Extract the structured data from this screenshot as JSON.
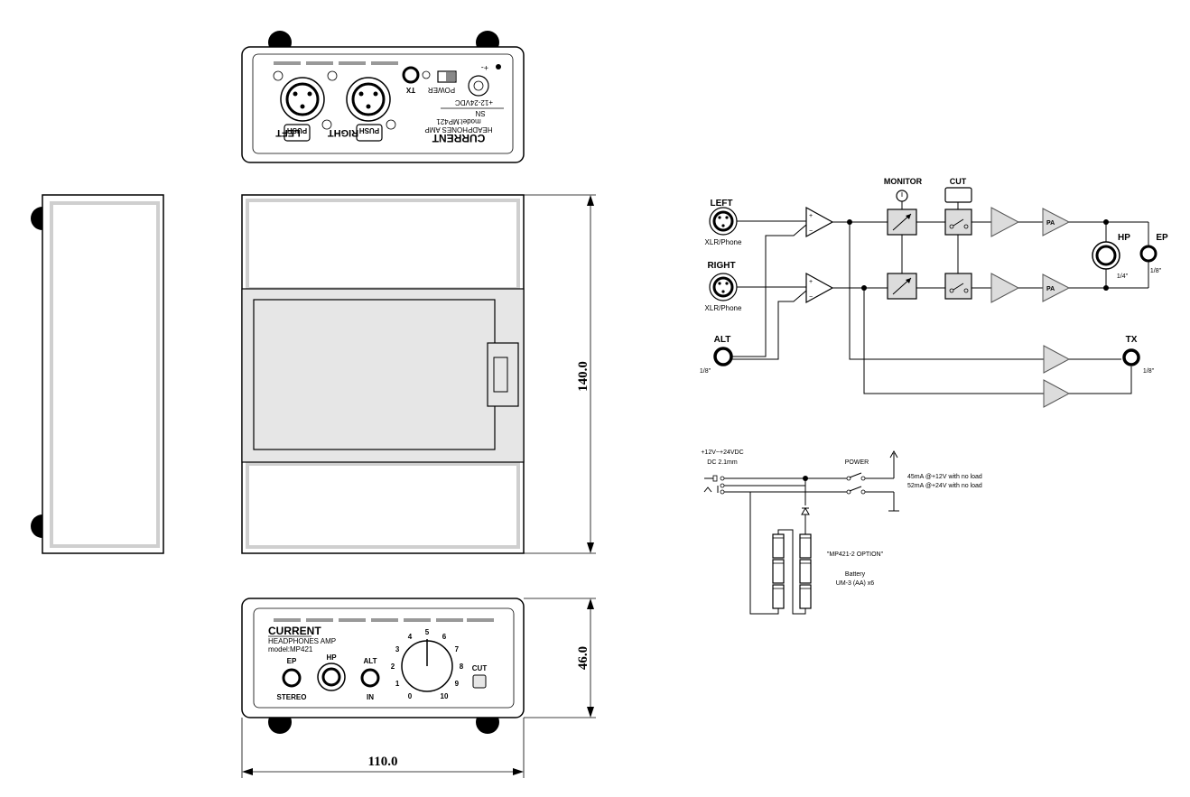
{
  "dimensions": {
    "height": "140.0",
    "depth": "46.0",
    "width": "110.0"
  },
  "front_panel": {
    "brand": "CURRENT",
    "product": "HEADPHONES AMP",
    "model": "model:MP421",
    "jacks": {
      "ep": "EP",
      "stereo": "STEREO",
      "hp": "HP",
      "alt": "ALT",
      "in": "IN"
    },
    "cut": "CUT",
    "dial_numbers": [
      "0",
      "1",
      "2",
      "3",
      "4",
      "5",
      "6",
      "7",
      "8",
      "9",
      "10"
    ]
  },
  "rear_panel": {
    "left": "LEFT",
    "right": "RIGHT",
    "push": "PUSH",
    "brand": "CURRENT",
    "product": "HEADPHONES AMP",
    "model": "model:MP421",
    "sn": "SN",
    "dc": "+12-24VDC",
    "tx": "TX",
    "power": "POWER"
  },
  "signal_diagram": {
    "left": "LEFT",
    "right": "RIGHT",
    "xlr": "XLR/Phone",
    "alt": "ALT",
    "alt_size": "1/8\"",
    "monitor": "MONITOR",
    "cut": "CUT",
    "pa": "PA",
    "hp": "HP",
    "hp_size": "1/4\"",
    "ep": "EP",
    "ep_size": "1/8\"",
    "tx": "TX",
    "tx_size": "1/8\""
  },
  "power_diagram": {
    "supply": "+12V~+24VDC",
    "connector": "DC 2.1mm",
    "switch": "POWER",
    "current_12v": "45mA @+12V with no load",
    "current_24v": "52mA @+24V with no load",
    "option": "\"MP421-2 OPTION\"",
    "battery": "Battery",
    "battery_type": "UM-3 (AA) x6"
  }
}
